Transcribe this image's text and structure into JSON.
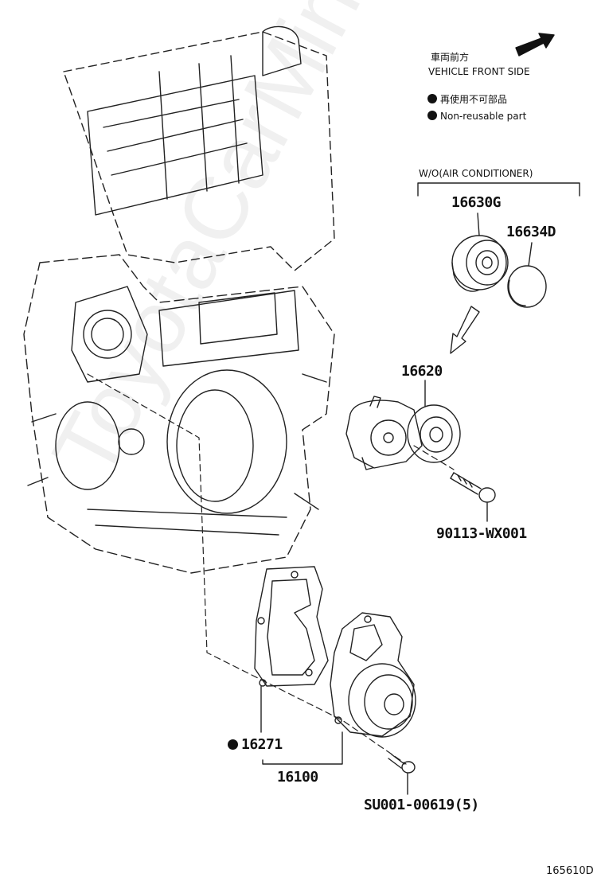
{
  "legend": {
    "front_jp": "車両前方",
    "front_en": "VEHICLE FRONT SIDE",
    "nonreuse_jp": "再使用不可部品",
    "nonreuse_en": "Non-reusable part"
  },
  "group_label": "W/O(AIR CONDITIONER)",
  "parts": {
    "p16630g": "16630G",
    "p16634d": "16634D",
    "p16620": "16620",
    "p90113": "90113-WX001",
    "p16271": "16271",
    "p16100": "16100",
    "psu001": "SU001-00619(5)"
  },
  "diagram_id": "165610D",
  "watermark": "ToyotaCarMine.ru"
}
